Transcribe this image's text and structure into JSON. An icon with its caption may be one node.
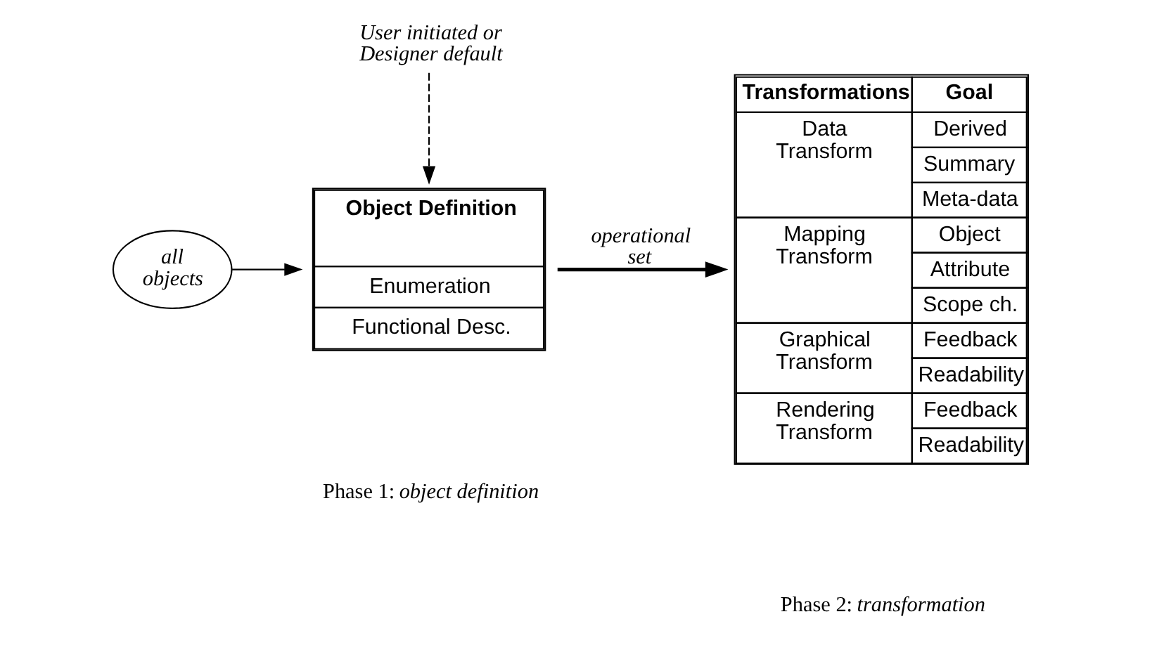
{
  "diagram": {
    "nodes": [
      {
        "text": [
          "User initiated or Designer default"
        ]
      },
      {
        "text": [
          "all objects"
        ]
      },
      {
        "text": [
          "Object Definition",
          "Enumeration",
          "Functional Desc."
        ]
      },
      {
        "text": [
          "Transformations",
          "Goal",
          "Data Transform",
          "Derived",
          "Summary",
          "Meta-data",
          "Mapping Transform",
          "Object",
          "Attribute",
          "Scope ch.",
          "Graphical Transform",
          "Feedback",
          "Readability",
          "Rendering Transform",
          "Feedback",
          "Readability"
        ]
      }
    ],
    "edges": [
      {
        "from": 0,
        "to": 2,
        "arrow": "to",
        "style": "dashed"
      },
      {
        "from": 1,
        "to": 2,
        "arrow": "to"
      },
      {
        "from": 2,
        "to": 3,
        "arrow": "to",
        "style": "thick",
        "label": "operational set"
      }
    ],
    "labels": [
      "Phase 1: *object definition*",
      "Phase 2: *transformation*"
    ]
  }
}
